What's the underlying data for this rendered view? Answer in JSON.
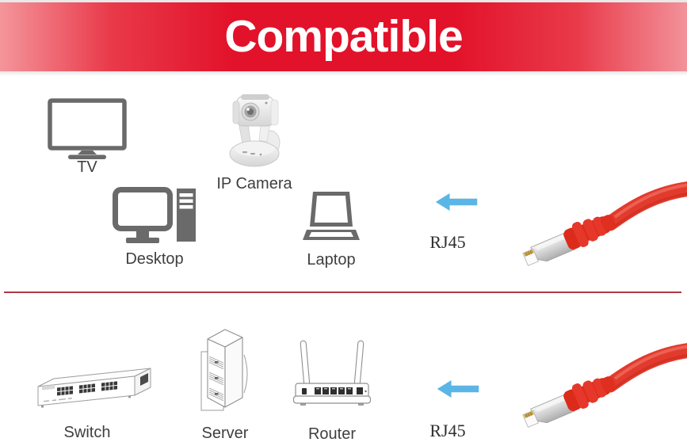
{
  "banner": {
    "title": "Compatible"
  },
  "top_section": {
    "devices": [
      {
        "name": "tv",
        "label": "TV"
      },
      {
        "name": "ip-camera",
        "label": "IP Camera"
      },
      {
        "name": "desktop",
        "label": "Desktop"
      },
      {
        "name": "laptop",
        "label": "Laptop"
      }
    ],
    "connector_label": "RJ45"
  },
  "bottom_section": {
    "devices": [
      {
        "name": "switch",
        "label": "Switch"
      },
      {
        "name": "server",
        "label": "Server"
      },
      {
        "name": "router",
        "label": "Router"
      }
    ],
    "connector_label": "RJ45"
  },
  "icons": {
    "arrow": "left-arrow-icon",
    "cable": "red-rj45-patch-cable"
  },
  "colors": {
    "banner_red": "#e2122a",
    "banner_edge": "#f4959b",
    "arrow_blue": "#5bb6e6",
    "cable_red": "#e23b2d",
    "divider_red": "#b23844",
    "icon_gray": "#6a6a6a",
    "line_art_gray": "#929292",
    "label_text": "#3f3f3f"
  }
}
